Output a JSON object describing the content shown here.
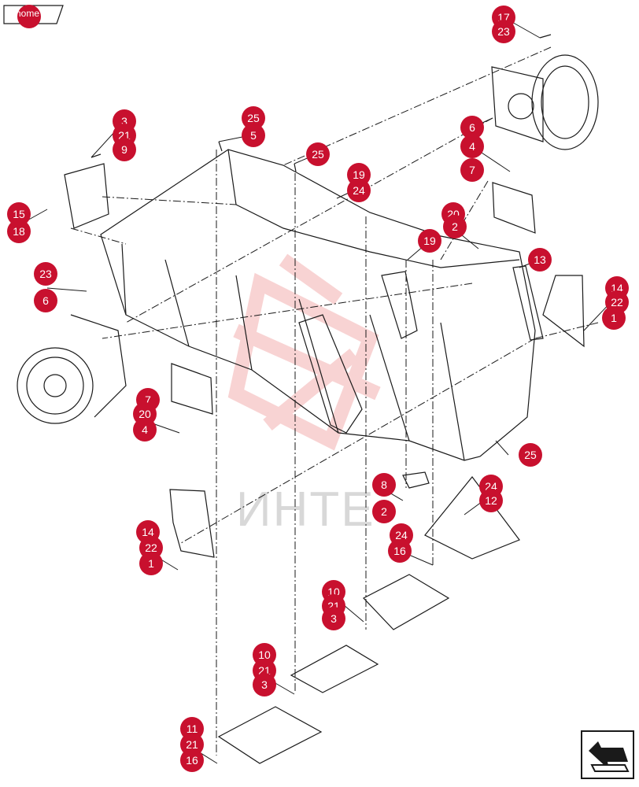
{
  "nav": {
    "home_label": "home"
  },
  "watermark": "ИНТЕ",
  "colors": {
    "callout": "#c8102e",
    "line": "#1a1a1a",
    "watermark": "#f0a0a0"
  },
  "callouts": [
    {
      "n": "17"
    },
    {
      "n": "23"
    },
    {
      "n": "6"
    },
    {
      "n": "4"
    },
    {
      "n": "7"
    },
    {
      "n": "3"
    },
    {
      "n": "21"
    },
    {
      "n": "9"
    },
    {
      "n": "25"
    },
    {
      "n": "5"
    },
    {
      "n": "25"
    },
    {
      "n": "19"
    },
    {
      "n": "24"
    },
    {
      "n": "20"
    },
    {
      "n": "2"
    },
    {
      "n": "19"
    },
    {
      "n": "13"
    },
    {
      "n": "14"
    },
    {
      "n": "22"
    },
    {
      "n": "1"
    },
    {
      "n": "15"
    },
    {
      "n": "18"
    },
    {
      "n": "23"
    },
    {
      "n": "6"
    },
    {
      "n": "7"
    },
    {
      "n": "20"
    },
    {
      "n": "4"
    },
    {
      "n": "25"
    },
    {
      "n": "8"
    },
    {
      "n": "2"
    },
    {
      "n": "24"
    },
    {
      "n": "12"
    },
    {
      "n": "14"
    },
    {
      "n": "22"
    },
    {
      "n": "1"
    },
    {
      "n": "24"
    },
    {
      "n": "16"
    },
    {
      "n": "10"
    },
    {
      "n": "21"
    },
    {
      "n": "3"
    },
    {
      "n": "10"
    },
    {
      "n": "21"
    },
    {
      "n": "3"
    },
    {
      "n": "11"
    },
    {
      "n": "21"
    },
    {
      "n": "16"
    }
  ],
  "nav_icon": "next-page-arrow-icon"
}
